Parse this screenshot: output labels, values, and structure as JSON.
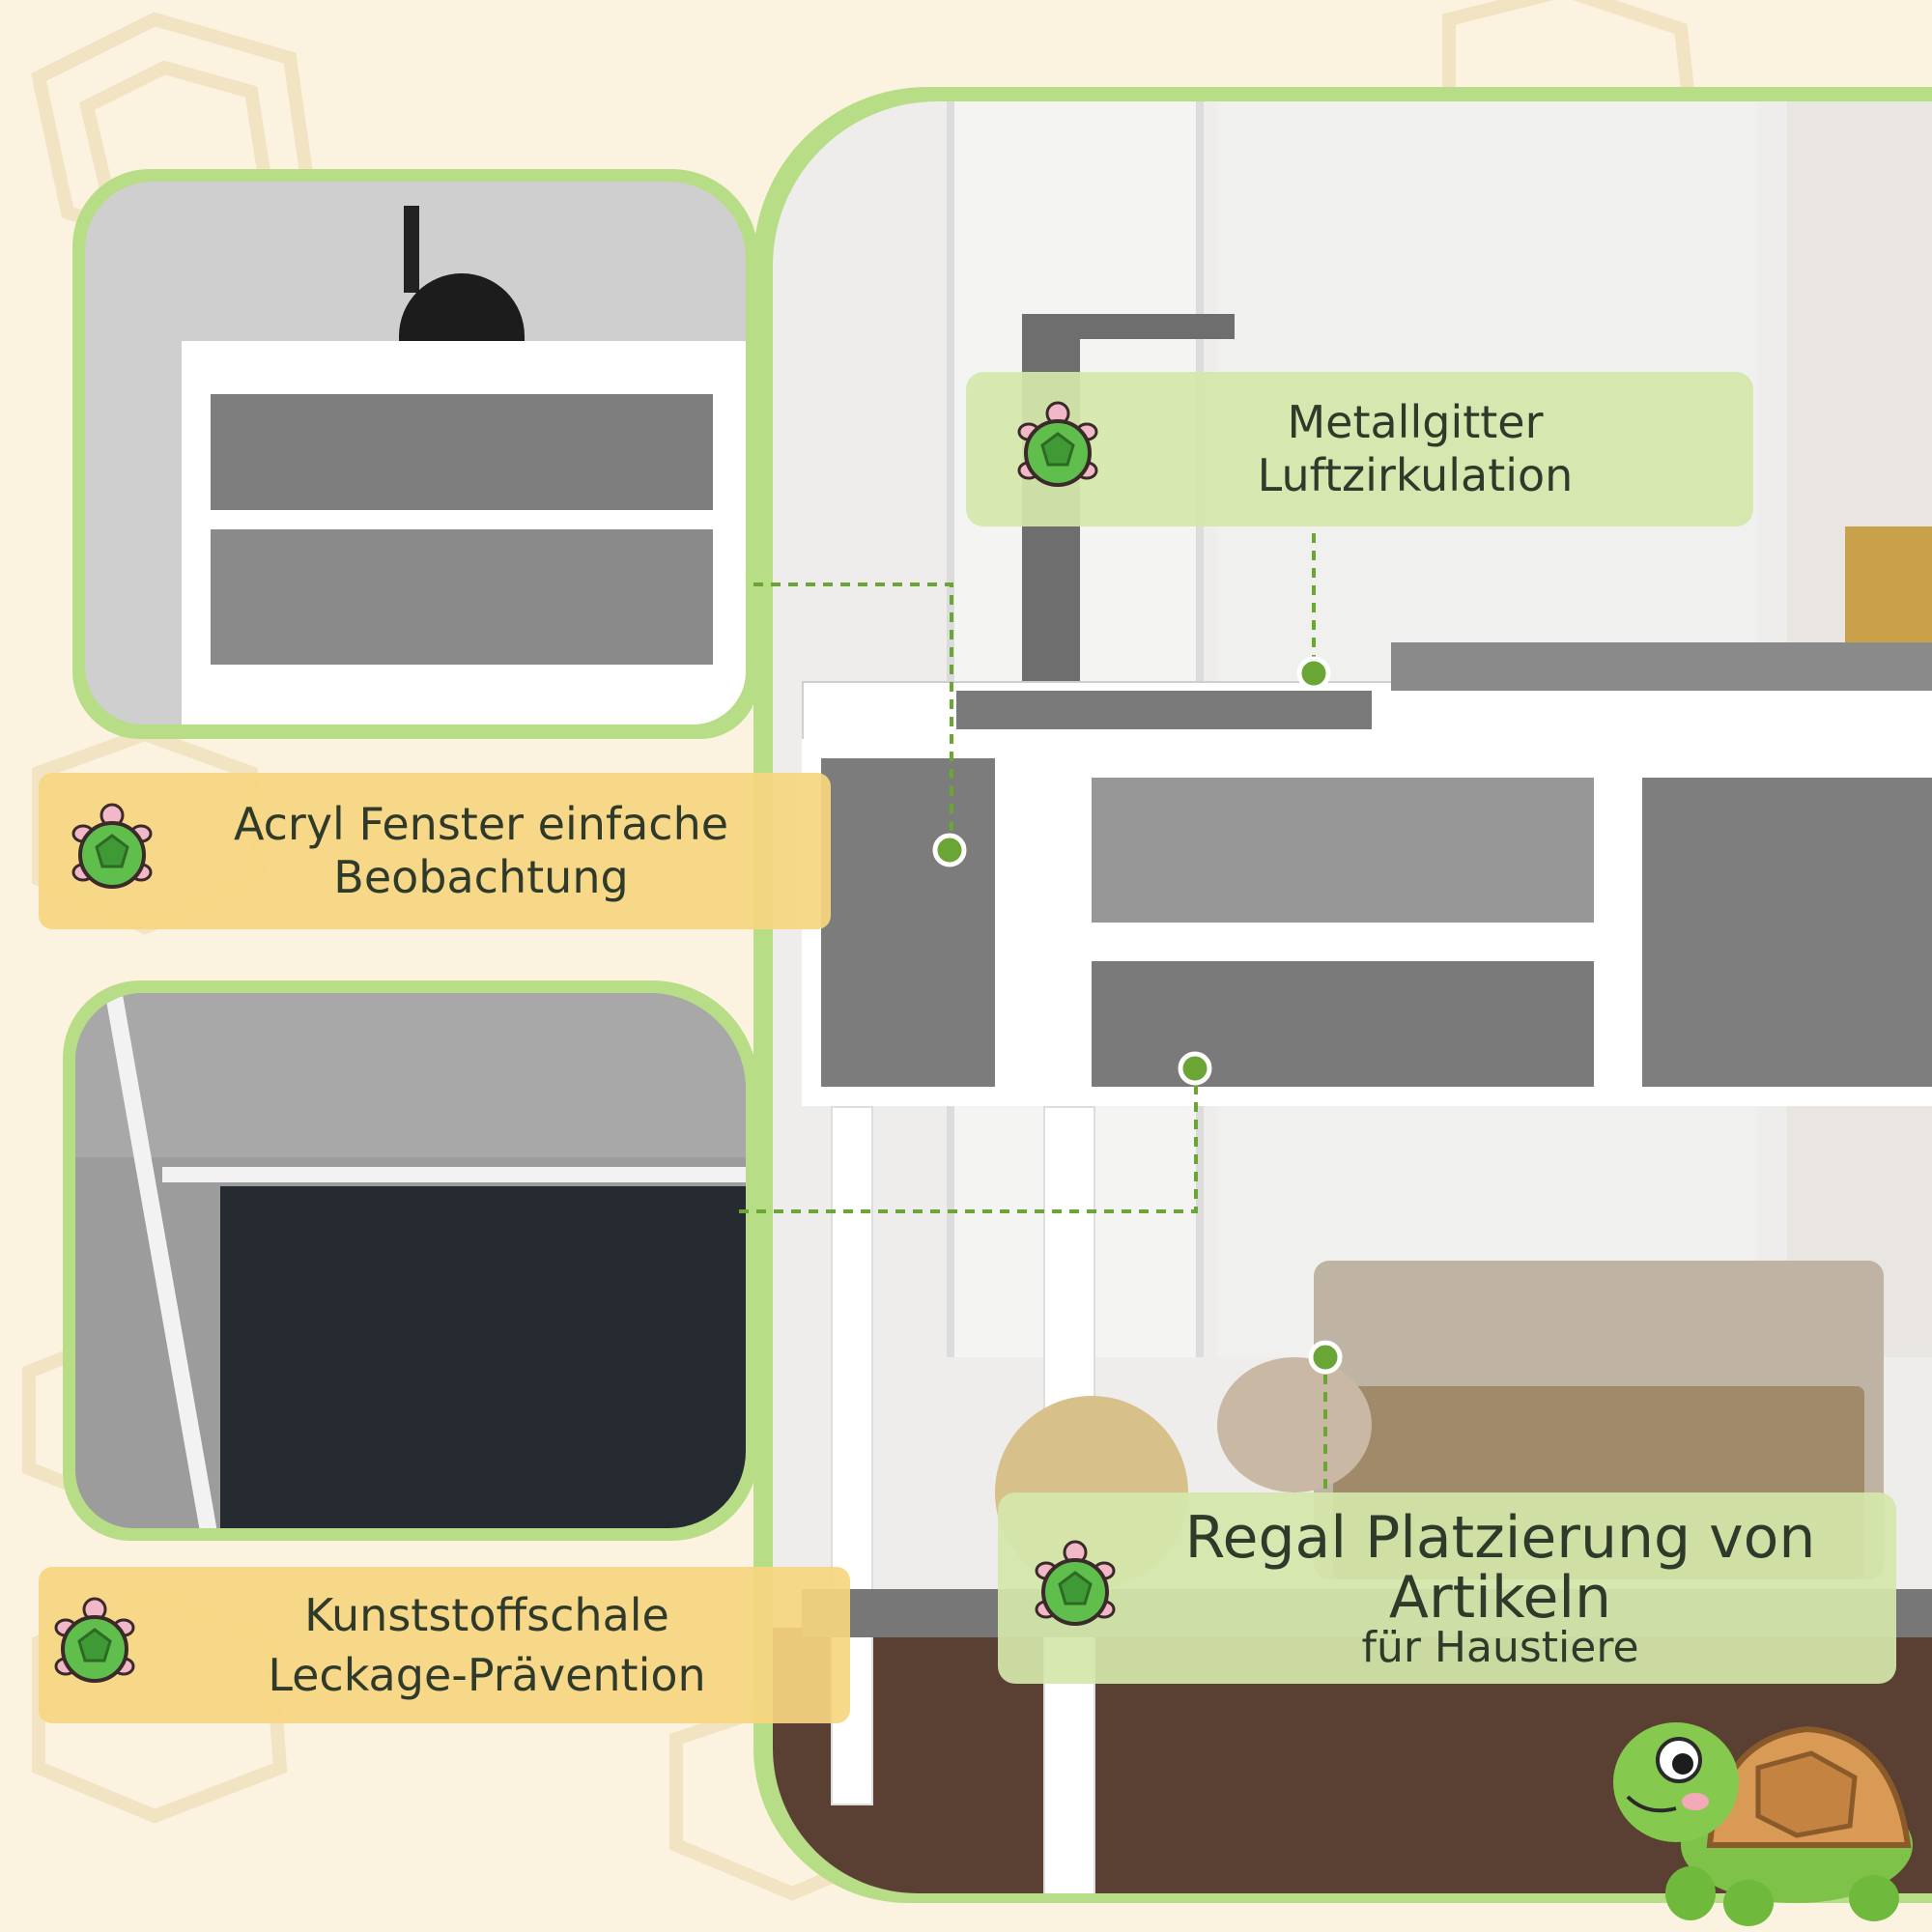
{
  "labels": {
    "metal_grid": {
      "line1": "Metallgitter",
      "line2": "Luftzirkulation",
      "icon": "turtle-icon"
    },
    "acrylic_window": {
      "line1": "Acryl Fenster einfache",
      "line2": "Beobachtung",
      "icon": "turtle-icon"
    },
    "plastic_tray": {
      "line1": "Kunststoffschale",
      "line2": "Leckage-Prävention",
      "icon": "turtle-icon"
    },
    "shelf": {
      "line1": "Regal Platzierung von",
      "line2": "Artikeln",
      "line3": "für Haustiere",
      "icon": "turtle-icon"
    }
  },
  "colors": {
    "background": "#fbf3e0",
    "accent_green": "#b7dd86",
    "callout_green": "#d4e6aa",
    "callout_yellow": "#f6d680",
    "dot_green": "#6aa536",
    "text": "#2f3a2a"
  }
}
